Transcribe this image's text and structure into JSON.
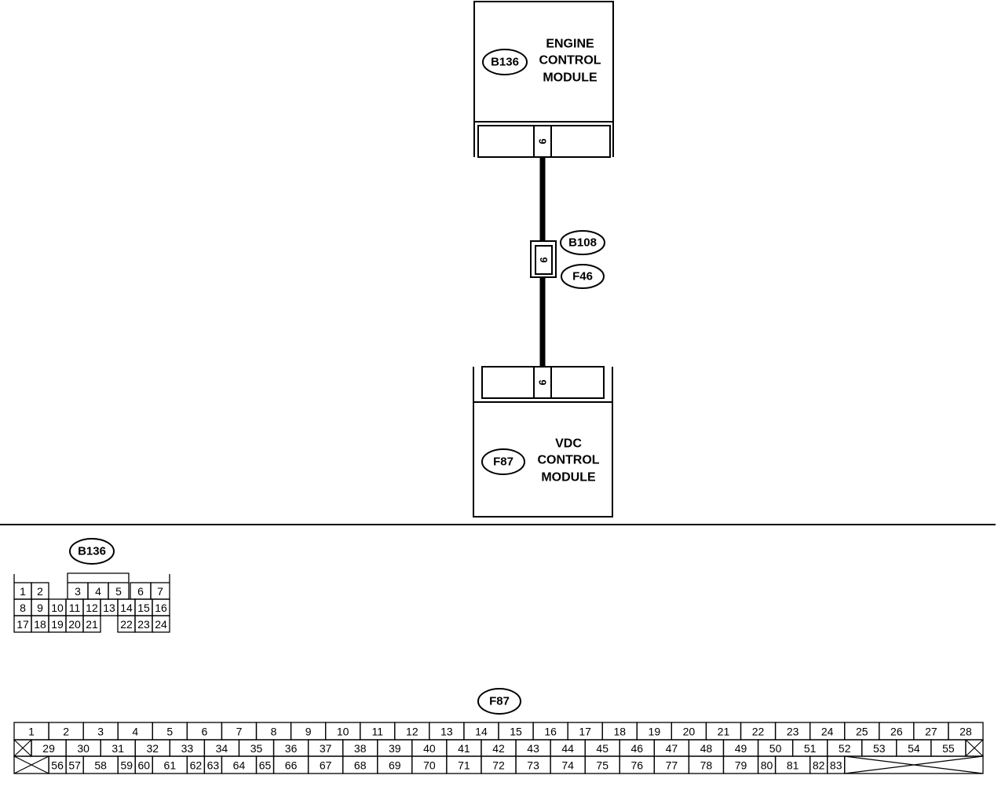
{
  "ecm": {
    "connector_id": "B136",
    "name": {
      "line1": "ENGINE",
      "line2": "CONTROL",
      "line3": "MODULE"
    },
    "pin": "9"
  },
  "joint": {
    "upper_id": "B108",
    "lower_id": "F46",
    "pin": "9"
  },
  "vdc": {
    "connector_id": "F87",
    "name": {
      "line1": "VDC",
      "line2": "CONTROL",
      "line3": "MODULE"
    },
    "pin": "9"
  },
  "pinouts": {
    "b136": {
      "id": "B136",
      "rows": [
        [
          "1",
          "2",
          "3",
          "4",
          "5",
          "6",
          "7"
        ],
        [
          "8",
          "9",
          "10",
          "11",
          "12",
          "13",
          "14",
          "15",
          "16"
        ],
        [
          "17",
          "18",
          "19",
          "20",
          "21",
          "22",
          "23",
          "24"
        ]
      ]
    },
    "f87": {
      "id": "F87",
      "rows": [
        [
          "1",
          "2",
          "3",
          "4",
          "5",
          "6",
          "7",
          "8",
          "9",
          "10",
          "11",
          "12",
          "13",
          "14",
          "15",
          "16",
          "17",
          "18",
          "19",
          "20",
          "21",
          "22",
          "23",
          "24",
          "25",
          "26",
          "27",
          "28"
        ],
        [
          "29",
          "30",
          "31",
          "32",
          "33",
          "34",
          "35",
          "36",
          "37",
          "38",
          "39",
          "40",
          "41",
          "42",
          "43",
          "44",
          "45",
          "46",
          "47",
          "48",
          "49",
          "50",
          "51",
          "52",
          "53",
          "54",
          "55"
        ],
        [
          "56",
          "57",
          "58",
          "59",
          "60",
          "61",
          "62",
          "63",
          "64",
          "65",
          "66",
          "67",
          "68",
          "69",
          "70",
          "71",
          "72",
          "73",
          "74",
          "75",
          "76",
          "77",
          "78",
          "79",
          "80",
          "81",
          "82",
          "83"
        ]
      ]
    }
  }
}
